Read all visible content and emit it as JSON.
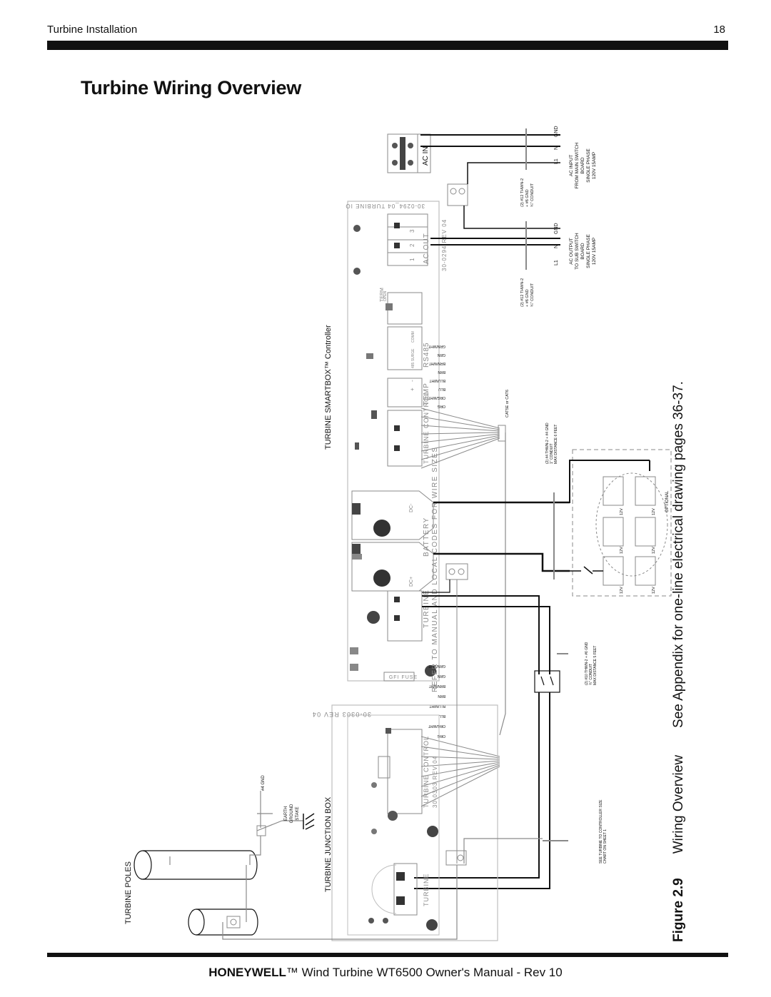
{
  "header": {
    "section": "Turbine Installation",
    "page_number": "18"
  },
  "page_title": "Turbine Wiring Overview",
  "figure": {
    "label": "Figure 2.9",
    "name": "Wiring Overview",
    "note": "See Appendix for one-line electrical drawing pages 36-37."
  },
  "footer": {
    "brand": "HONEYWELL",
    "text": "™ Wind Turbine WT6500 Owner's Manual - Rev 10"
  },
  "diagram": {
    "smartbox_label": "TURBINE SMARTBOX™ Controller",
    "junction_label": "TURBINE JUNCTION BOX",
    "poles_label": "TURBINE POLES",
    "earth_stake": [
      "EARTH",
      "GROUND",
      "STAKE"
    ],
    "gnd_wire": "#4 GND",
    "ac_in": "AC IN",
    "ac_out": "AC OUT",
    "rs485": "RS485",
    "temp": "TEMP",
    "turbine_control": "TURBINE CONTROL",
    "battery": "BATTERY",
    "dc_plus": "DC+",
    "dc_minus": "DC-",
    "turbine": "TURBINE",
    "refer_text": "REFER TO MANUAL AND LOCAL CODES FOR WIRE SIZES",
    "gfi_fuse": "GFI FUSE",
    "board_id_1": "30-0294_04 TURBINE IO",
    "board_id_2": "30-0294 REV 04",
    "board_id_3": "30-0303 REV 04",
    "board_id_4": "30-0303 REV 04",
    "ac_input_lines": [
      "AC INPUT",
      "FROM MAIN SWITCH",
      "BOARD",
      "SINGLE PHASE",
      "120V 15AMP"
    ],
    "ac_output_lines": [
      "AC OUTPUT",
      "TO SUB SWITCH",
      "BOARD",
      "SINGLE PHASE",
      "120V 15AMP"
    ],
    "l1": "L1",
    "n": "N",
    "gnd": "GND",
    "thwn_ac_lines": [
      "(2) #12 THWN-2",
      "+ #6 GND",
      "¾\" CONDUIT"
    ],
    "thwn_batt_lines": [
      "(2) #4 THWN-2 + #4 GND",
      "1\" CONDUIT",
      "MAX DISTANCE 6 FEET"
    ],
    "thwn_turb_lines": [
      "(2) #10 THWN-2 + #6 GND",
      "¾\" CONDUIT",
      "MAX DISTANCE 5 FEET"
    ],
    "cable_label": "CAT5E or CAT6",
    "see_turbine_lines": [
      "SEE TURBINE TO CONTROLLER SIZE",
      "CHART ON SHEET 1"
    ],
    "wires": [
      "ORG",
      "ORG/WHT",
      "BLU",
      "BLU/WHT",
      "BRN",
      "BRN/WHT",
      "GRN",
      "GRN/WHT"
    ],
    "battery_v": "12V",
    "optional": "OPTIONAL",
    "open": "OPEN",
    "term": "TERM",
    "comm": "COMM",
    "rs485_sub": "485 SURGE",
    "terminals": [
      "+",
      "-",
      "1",
      "2",
      "3"
    ]
  },
  "colors": {
    "ink": "#111111",
    "gray_wire": "#8a8a8a",
    "light": "#bdbdbd"
  }
}
